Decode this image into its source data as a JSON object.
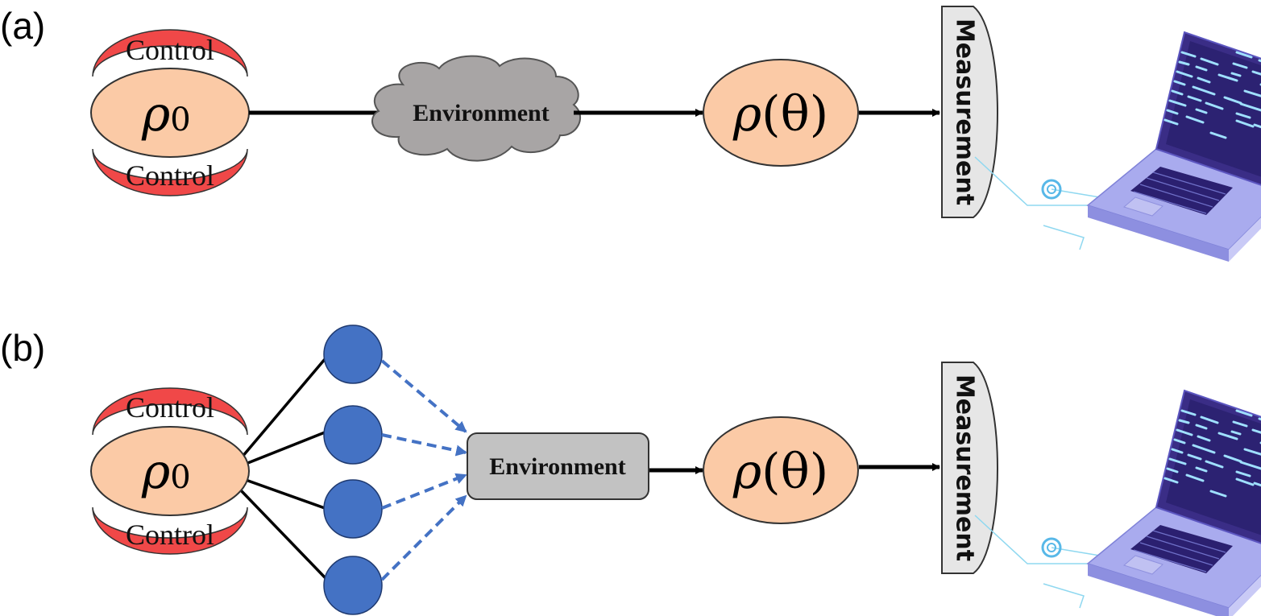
{
  "panels": [
    {
      "label": "(a)",
      "control_top": "Control",
      "control_bottom": "Control",
      "state_symbol": "ρ",
      "state_subscript": "0",
      "environment": "Environment",
      "output_symbol": "ρ",
      "output_arg": "(θ)",
      "measurement": "Measurement"
    },
    {
      "label": "(b)",
      "control_top": "Control",
      "control_bottom": "Control",
      "state_symbol": "ρ",
      "state_subscript": "0",
      "environment": "Environment",
      "output_symbol": "ρ",
      "output_arg": "(θ)",
      "measurement": "Measurement"
    }
  ],
  "colors": {
    "control": "#f04848",
    "state_fill": "#fbcaa6",
    "cloud": "#a8a5a5",
    "env_box": "#c2c2c2",
    "node": "#4472c4",
    "dashed_arrow": "#4472c4",
    "measurement_fill": "#e6e6e6",
    "laptop_screen": "#3b2f8a",
    "laptop_body": "#b6b7f0"
  }
}
